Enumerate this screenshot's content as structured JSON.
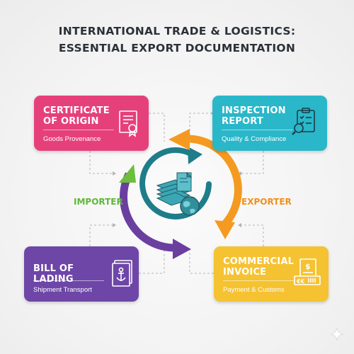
{
  "title": {
    "line1": "INTERNATIONAL TRADE & LOGISTICS:",
    "line2": "ESSENTIAL EXPORT DOCUMENTATION"
  },
  "cards": {
    "origin": {
      "heading_line1": "CERTIFICATE",
      "heading_line2": "OF ORIGIN",
      "subtitle": "Goods Provenance",
      "icon": "certificate-ribbon-icon",
      "color": "#e6407a"
    },
    "inspection": {
      "heading_line1": "INSPECTION",
      "heading_line2": "REPORT",
      "subtitle": "Quality & Compliance",
      "icon": "clipboard-magnifier-icon",
      "color": "#29b7c9"
    },
    "bill": {
      "heading_line1": "BILL OF LADING",
      "heading_line2": "",
      "subtitle": "Shipment Transport",
      "icon": "anchor-document-icon",
      "color": "#6e46a7"
    },
    "invoice": {
      "heading_line1": "COMMERCIAL",
      "heading_line2": "INVOICE",
      "subtitle": "Payment & Customs",
      "icon": "invoice-dollar-icon",
      "color": "#f5c232"
    }
  },
  "sides": {
    "importer": "IMPORTER",
    "exporter": "EXPORTER"
  },
  "center": {
    "icon": "documents-globe-icon"
  },
  "colors": {
    "teal_ring": "#1f7d8a",
    "orange_arrow": "#f59a20",
    "purple_arrow": "#6b3fa0",
    "green_arrow": "#6cbe3b",
    "title_text": "#2c3139"
  }
}
